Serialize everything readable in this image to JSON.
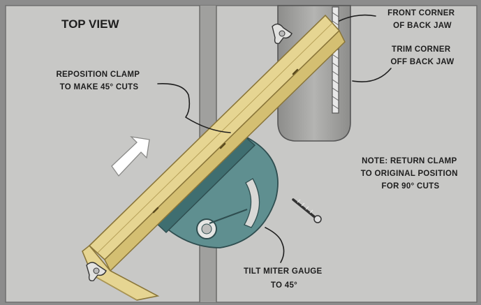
{
  "diagram": {
    "title": "TOP VIEW",
    "labels": {
      "front_corner": [
        "FRONT CORNER",
        "OF BACK JAW"
      ],
      "trim_corner": [
        "TRIM CORNER",
        "OFF BACK JAW"
      ],
      "reposition_clamp": [
        "REPOSITION CLAMP",
        "TO MAKE 45° CUTS"
      ],
      "note": [
        "NOTE: RETURN CLAMP",
        "TO ORIGINAL POSITION",
        "FOR 90° CUTS"
      ],
      "tilt_gauge": [
        "TILT MITER GAUGE",
        "TO 45°"
      ]
    },
    "colors": {
      "background": "#8c8c8c",
      "table": "#c8c8c6",
      "slot": "#a0a09e",
      "wood": "#e6d592",
      "wood_edge": "#b7a15a",
      "gauge": "#5f8f90",
      "gauge_dark": "#3f6e70",
      "arrow": "#ffffff"
    }
  }
}
